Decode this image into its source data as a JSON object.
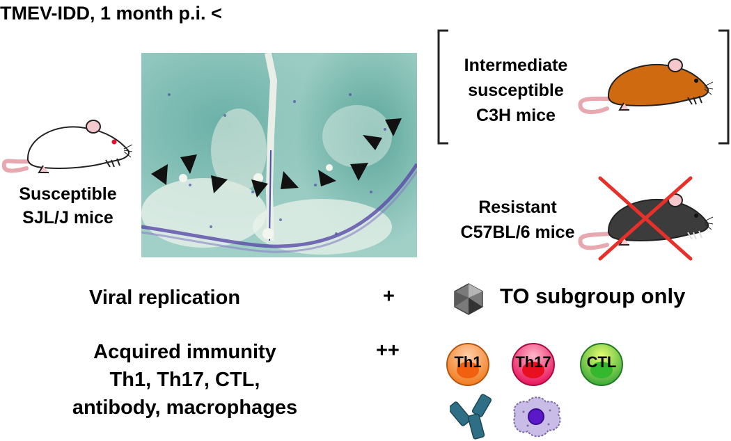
{
  "title": "TMEV-IDD, 1 month p.i. <",
  "strains": {
    "susceptible": {
      "line1": "Susceptible",
      "line2": "SJL/J mice"
    },
    "intermediate": {
      "line1": "Intermediate",
      "line2": "susceptible",
      "line3": "C3H mice"
    },
    "resistant": {
      "line1": "Resistant",
      "line2": "C57BL/6 mice"
    }
  },
  "viral": {
    "label": "Viral replication",
    "sign": "+",
    "note": "TO subgroup only"
  },
  "immunity": {
    "line1": "Acquired immunity",
    "line2": "Th1, Th17, CTL,",
    "line3": "antibody, macrophages",
    "sign": "++",
    "cells": {
      "th1": "Th1",
      "th17": "Th17",
      "ctl": "CTL"
    }
  },
  "colors": {
    "sjl_mouse": "#ffffff",
    "c3h_mouse": "#d06a10",
    "b6_mouse": "#3c3c3c",
    "cross": "#e8302a",
    "th1": "#f07a1e",
    "th17": "#e8115a",
    "ctl": "#3aa838",
    "antibody": "#2f6f86",
    "macrophage": "#b8a8d8",
    "stain_bg": "#cfe6e2"
  },
  "icons": [
    "mouse-icon",
    "virus-icon",
    "antibody-icon",
    "macrophage-icon",
    "arrowhead-icon",
    "cross-icon"
  ]
}
